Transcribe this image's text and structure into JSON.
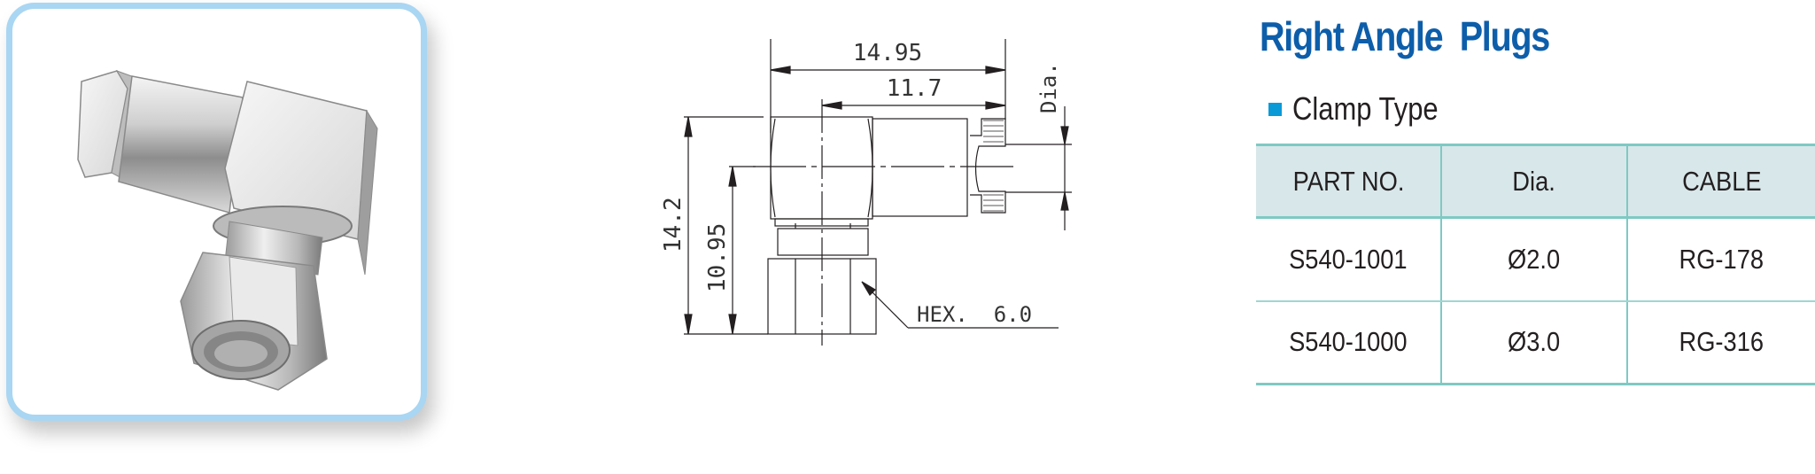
{
  "product": {
    "title": "Right Angle  Plugs",
    "subtitle": "Clamp Type",
    "bullet_color": "#0b9ad8",
    "title_color": "#0d5eaa"
  },
  "photo": {
    "alt": "Right angle clamp type plug connector photo",
    "frame_color": "#a9d6f2"
  },
  "drawing": {
    "dim_overall_length": "14.95",
    "dim_center_to_end": "11.7",
    "dim_overall_height": "14.2",
    "dim_center_height": "10.95",
    "dim_dia_label": "Dia.",
    "hex_label": "HEX.  6.0"
  },
  "table": {
    "headers": [
      "PART NO.",
      "Dia.",
      "CABLE"
    ],
    "rows": [
      [
        "S540-1001",
        "Ø2.0",
        "RG-178"
      ],
      [
        "S540-1000",
        "Ø3.0",
        "RG-316"
      ]
    ],
    "header_bg": "#d8e7ea",
    "border_color": "#7fc9c3"
  }
}
